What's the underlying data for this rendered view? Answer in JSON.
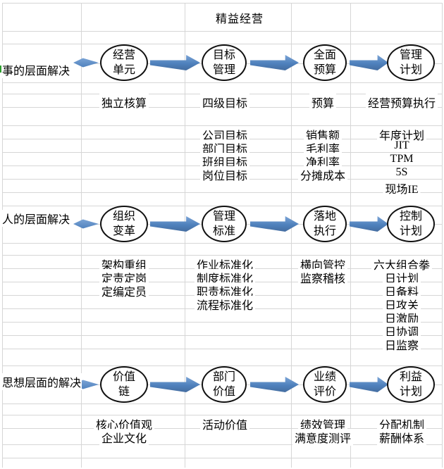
{
  "title": "精益经营",
  "colors": {
    "arrow_blue": "#4f81bd",
    "node_border": "#111111",
    "gridline": "#d6d6d6",
    "text": "#000000",
    "marker_green": "#2e9e2e"
  },
  "flows": [
    {
      "label": "事的层面解决",
      "nodes": [
        {
          "name": [
            "经营",
            "单元"
          ],
          "texts": [
            "独立核算"
          ]
        },
        {
          "name": [
            "目标",
            "管理"
          ],
          "texts": [
            "四级目标",
            "公司目标",
            "部门目标",
            "班组目标",
            "岗位目标"
          ]
        },
        {
          "name": [
            "全面",
            "预算"
          ],
          "texts": [
            "预算",
            "销售额",
            "毛利率",
            "净利率",
            "分摊成本"
          ]
        },
        {
          "name": [
            "管理",
            "计划"
          ],
          "texts": [
            "经营预算执行",
            "年度计划",
            "JIT",
            "TPM",
            "5S",
            "现场IE"
          ]
        }
      ]
    },
    {
      "label": "人的层面解决",
      "nodes": [
        {
          "name": [
            "组织",
            "变革"
          ],
          "texts": [
            "架构重组",
            "定责定岗",
            "定编定员"
          ]
        },
        {
          "name": [
            "管理",
            "标准"
          ],
          "texts": [
            "作业标准化",
            "制度标准化",
            "职责标准化",
            "流程标准化"
          ]
        },
        {
          "name": [
            "落地",
            "执行"
          ],
          "texts": [
            "横向管控",
            "监察稽核"
          ]
        },
        {
          "name": [
            "控制",
            "计划"
          ],
          "texts": [
            "六大组合拳",
            "日计划",
            "日备料",
            "日攻关",
            "日激励",
            "日协调",
            "日监察"
          ]
        }
      ]
    },
    {
      "label": "思想层面的解决",
      "nodes": [
        {
          "name": [
            "价值",
            "链"
          ],
          "texts": [
            "核心价值观",
            "企业文化"
          ]
        },
        {
          "name": [
            "部门",
            "价值"
          ],
          "texts": [
            "活动价值"
          ]
        },
        {
          "name": [
            "业绩",
            "评价"
          ],
          "texts": [
            "绩效管理",
            "满意度测评"
          ]
        },
        {
          "name": [
            "利益",
            "计划"
          ],
          "texts": [
            "分配机制",
            "薪酬体系"
          ]
        }
      ]
    }
  ]
}
